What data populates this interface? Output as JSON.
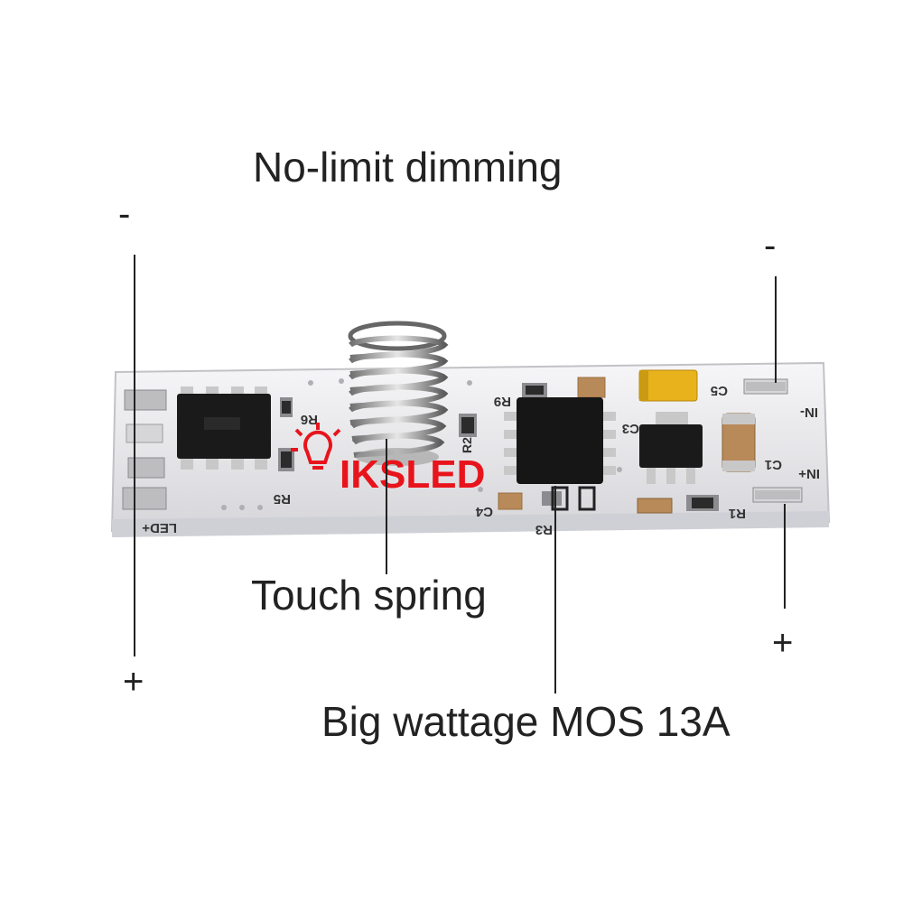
{
  "labels": {
    "title": "No-limit dimming",
    "touch_spring": "Touch spring",
    "mos": "Big wattage MOS 13A"
  },
  "terminals": {
    "left_minus": "-",
    "left_plus": "+",
    "right_minus": "-",
    "right_plus": "+"
  },
  "board": {
    "brand": "IKSLED",
    "silkscreen": {
      "r6": "R6",
      "r5": "R5",
      "r9": "R9",
      "r2": "R2",
      "c4": "C4",
      "r3": "R3",
      "c3": "C3",
      "c5": "C5",
      "c1": "C1",
      "r1": "R1",
      "in_minus": "IN-",
      "in_plus": "IN+",
      "led_plus": "LED+"
    }
  },
  "colors": {
    "pcb": "#f4f4f6",
    "pad": "#c9c9cc",
    "chip": "#1a1a1a",
    "brand": "#e8141c",
    "tantalum": "#e8b21c",
    "capacitor": "#b88a5a"
  }
}
